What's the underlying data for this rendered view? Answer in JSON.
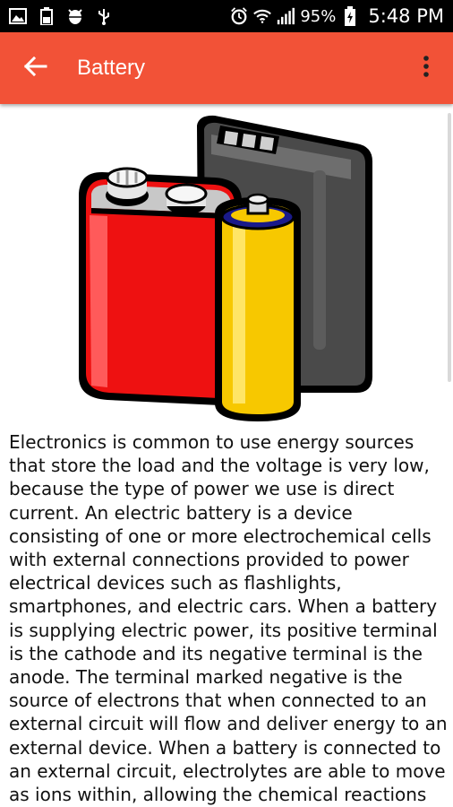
{
  "status_bar": {
    "icons_left": [
      "image-icon",
      "battery-saver-icon",
      "android-debug-icon",
      "usb-icon"
    ],
    "icons_right": [
      "alarm-icon",
      "wifi-icon",
      "signal-icon",
      "battery-icon"
    ],
    "battery_percent": "95%",
    "time": "5:48 PM"
  },
  "app_bar": {
    "title": "Battery",
    "back_icon": "arrow-back-icon",
    "menu_icon": "overflow-menu-icon",
    "color": "#f25237"
  },
  "article": {
    "image_icon": "batteries-illustration",
    "text": "Electronics is common to use energy sources that store the load and the voltage is very low, because the type of power we use is direct current. An electric battery is a device consisting of one or more electrochemical cells with external connections provided to power electrical devices such as flashlights, smartphones, and electric cars. When a battery is supplying electric power, its positive terminal is the cathode and its negative terminal is the anode. The terminal marked negative is the source of electrons that when connected to an external circuit will flow and deliver energy to an external device. When a battery is connected to an external circuit, electrolytes are able to move as ions within, allowing the chemical reactions"
  }
}
